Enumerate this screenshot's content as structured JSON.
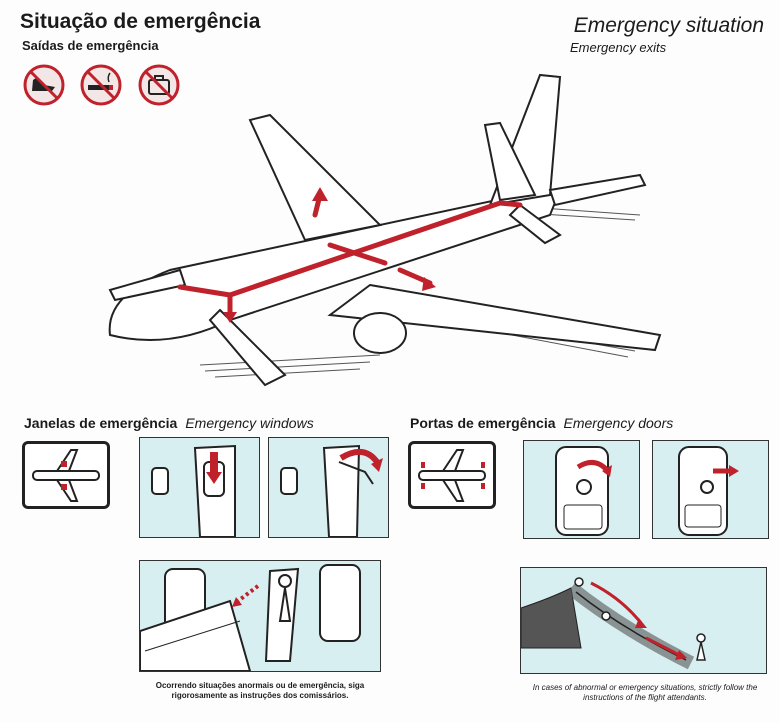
{
  "header": {
    "title_pt": "Situação de emergência",
    "subtitle_pt": "Saídas de emergência",
    "title_en": "Emergency situation",
    "subtitle_en": "Emergency exits"
  },
  "prohibited_icons": [
    "no-high-heels-icon",
    "no-smoking-icon",
    "no-baggage-icon"
  ],
  "colors": {
    "accent_red": "#c0222c",
    "panel_blue": "#d8eff1",
    "ink": "#1b1b1b"
  },
  "sections": {
    "windows": {
      "label_pt": "Janelas de emergência",
      "label_en": "Emergency windows"
    },
    "doors": {
      "label_pt": "Portas de emergência",
      "label_en": "Emergency doors"
    }
  },
  "captions": {
    "pt": "Ocorrendo situações anormais ou de emergência, siga rigorosamente as instruções dos comissários.",
    "en": "In cases of abnormal or emergency situations, strictly follow the instructions of the flight attendants."
  }
}
